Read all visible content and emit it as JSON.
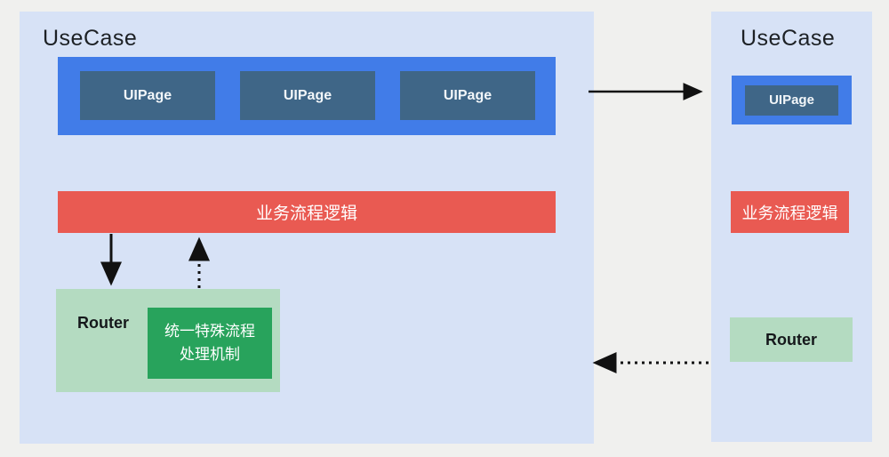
{
  "colors": {
    "background": "#f0f0ee",
    "panel": "#d7e2f6",
    "blue": "#417ce8",
    "navy": "#3f6687",
    "red": "#e95a52",
    "green_light": "#b4dbc1",
    "green_dark": "#28a35c",
    "arrow": "#111111"
  },
  "left_panel": {
    "title": "UseCase",
    "uipages": [
      "UIPage",
      "UIPage",
      "UIPage"
    ],
    "business_bar": "业务流程逻辑",
    "router_label": "Router",
    "special_flow": {
      "line1": "统一特殊流程",
      "line2": "处理机制"
    }
  },
  "right_panel": {
    "title": "UseCase",
    "uipage": "UIPage",
    "business_bar": "业务流程逻辑",
    "router_label": "Router"
  },
  "arrows": {
    "uipage_to_uipage": "solid-right",
    "logic_to_router": "solid-down",
    "router_to_logic": "dashed-up",
    "router_to_left_panel": "dashed-left"
  }
}
